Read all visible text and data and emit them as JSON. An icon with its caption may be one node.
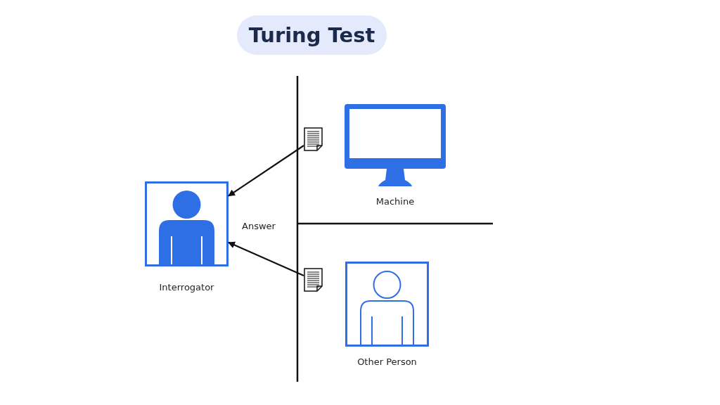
{
  "diagram": {
    "title": "Turing Test",
    "nodes": [
      {
        "text": [
          "Interrogator"
        ]
      },
      {
        "text": [
          "Machine"
        ]
      },
      {
        "text": [
          "Other Person"
        ]
      },
      {
        "text": [],
        "shape": "document"
      },
      {
        "text": [],
        "shape": "document"
      }
    ],
    "edges": [
      {
        "from": 3,
        "to": 0,
        "arrow": "to"
      },
      {
        "from": 4,
        "to": 0,
        "arrow": "to"
      }
    ],
    "labels": [
      "Answer"
    ]
  }
}
